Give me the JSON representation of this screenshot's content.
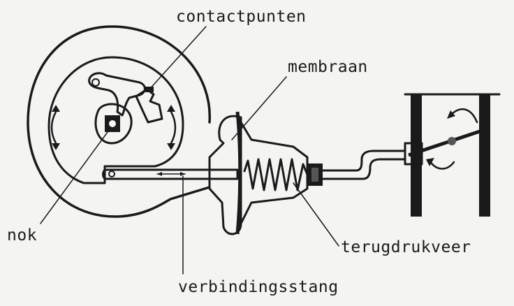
{
  "labels": {
    "contact_points": "contactpunten",
    "diaphragm": "membraan",
    "cam": "nok",
    "return_spring": "terugdrukveer",
    "connecting_rod": "verbindingsstang"
  },
  "colors": {
    "ink": "#1a1a1a",
    "paper": "#f4f4f2",
    "gray": "#555555"
  }
}
